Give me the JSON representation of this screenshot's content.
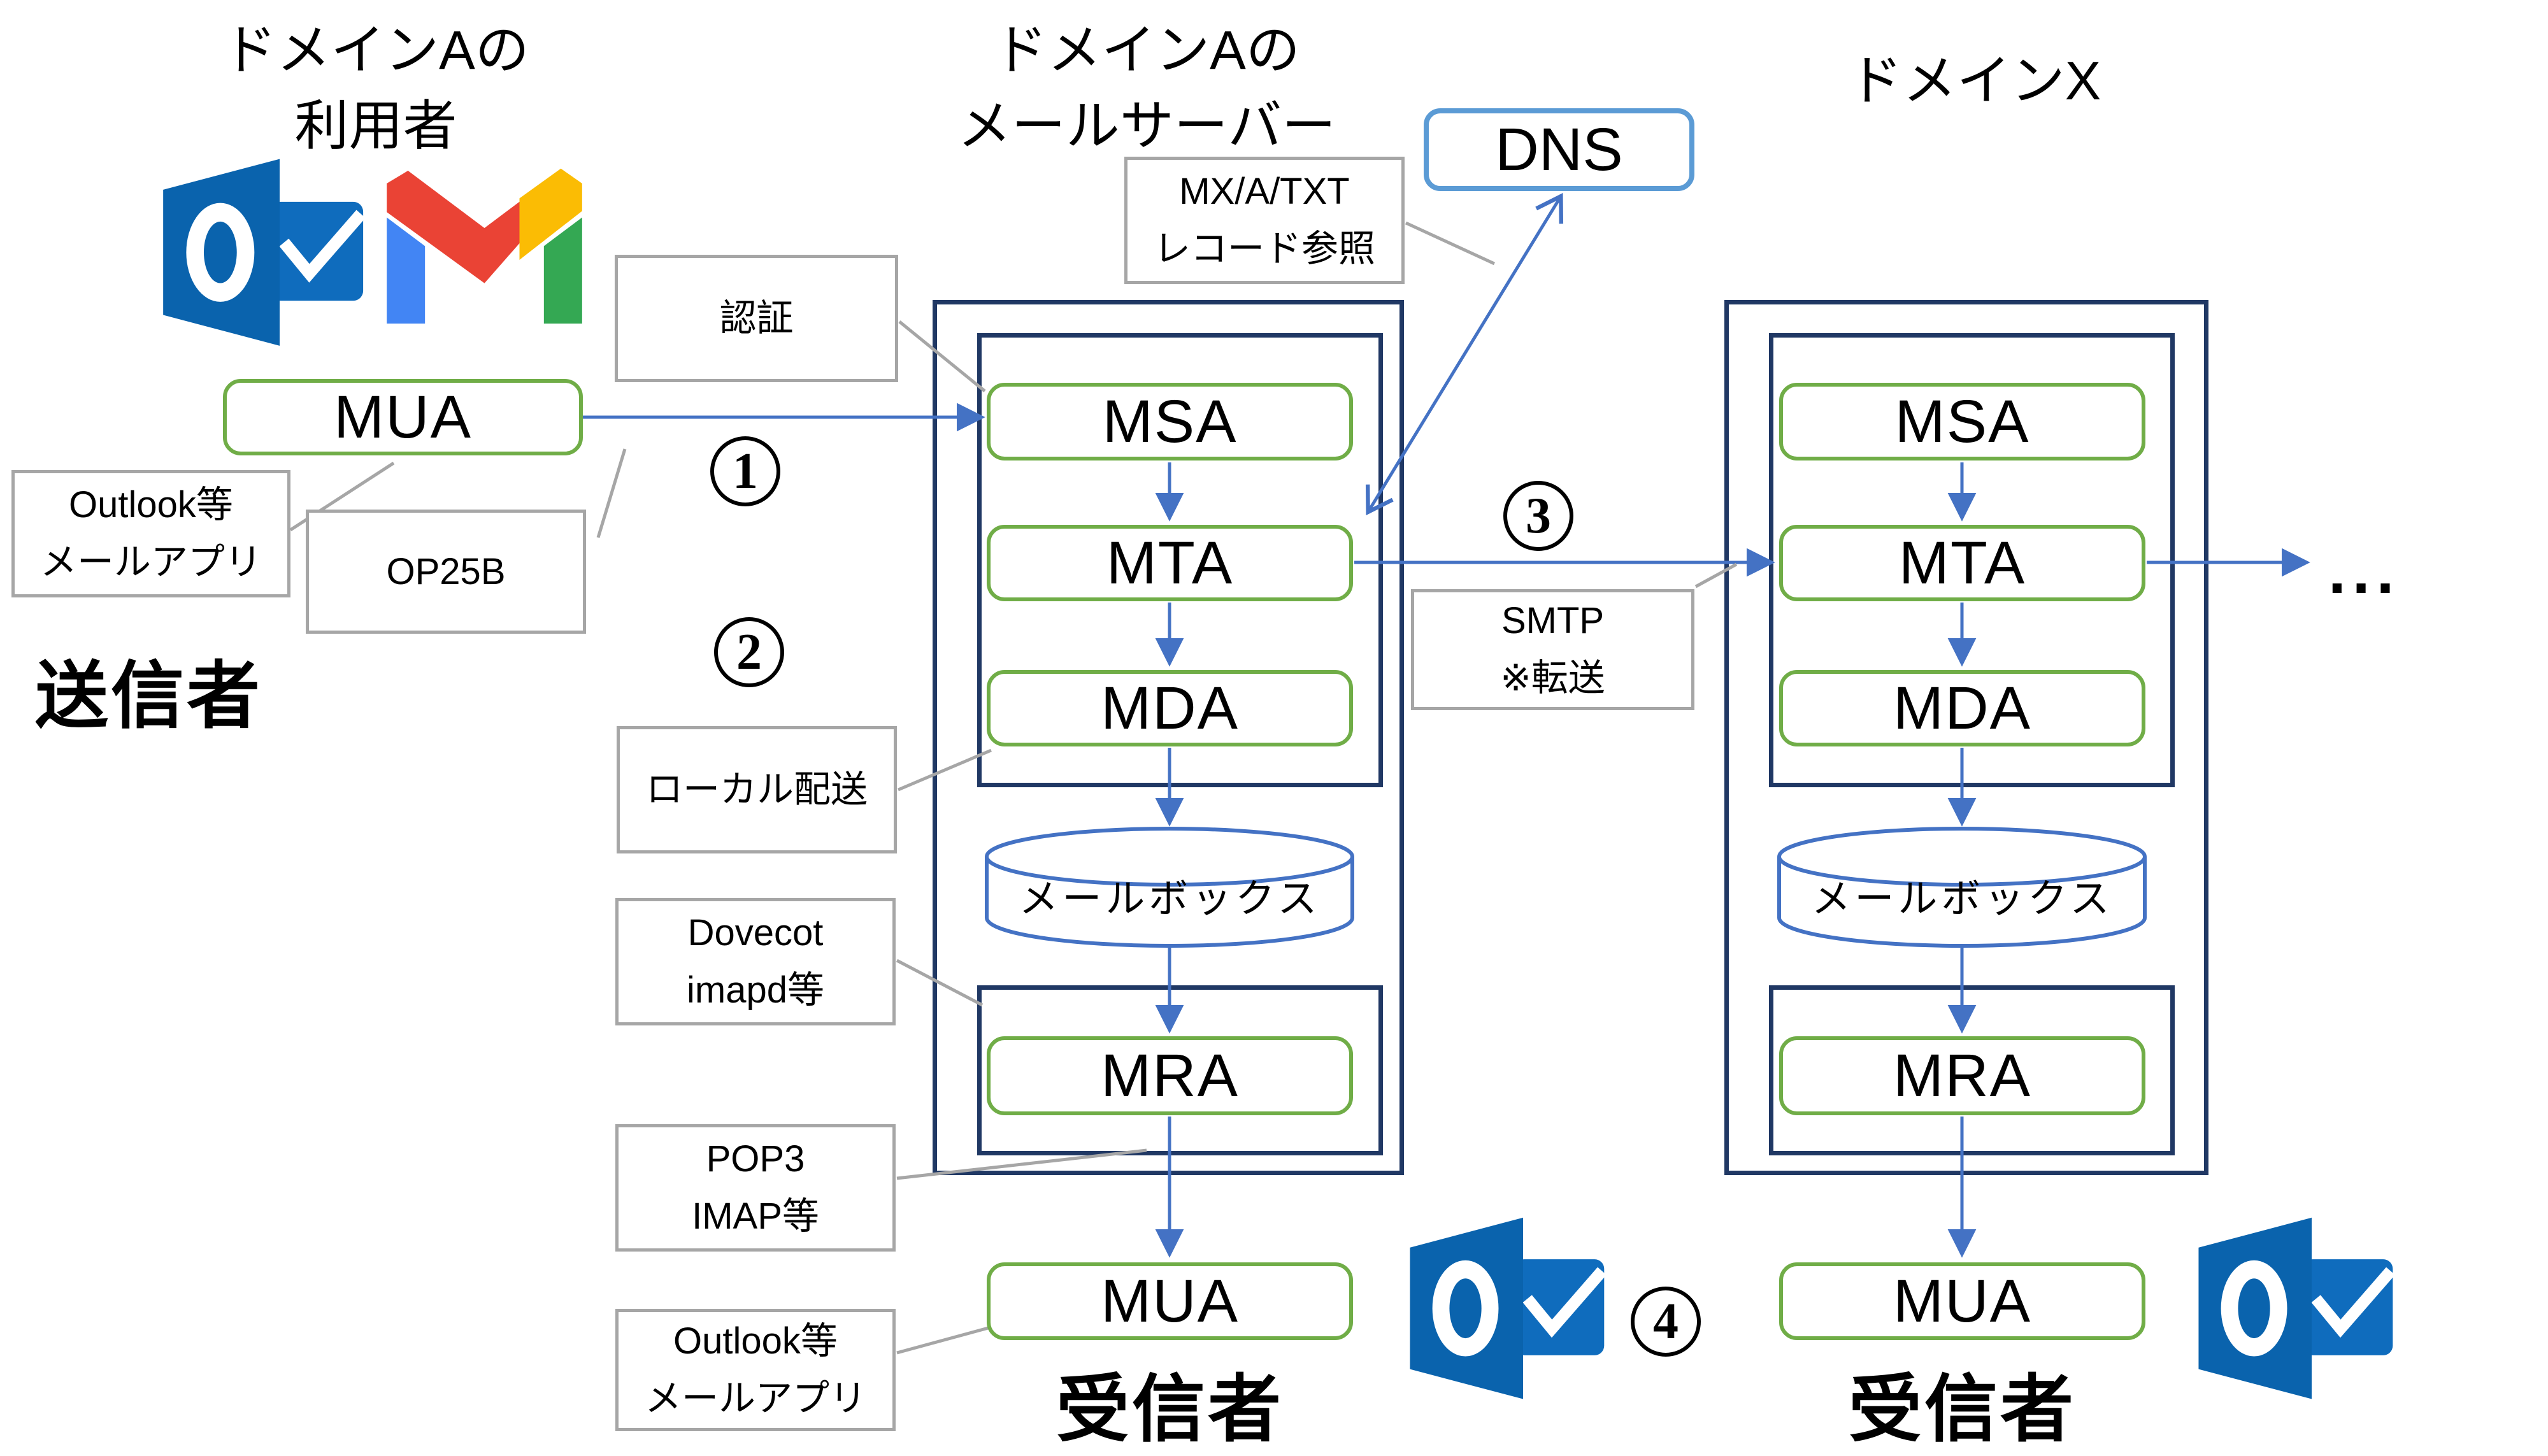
{
  "headers": {
    "user_l1": "ドメインAの",
    "user_l2": "利用者",
    "server_l1": "ドメインAの",
    "server_l2": "メールサーバー",
    "domain_x": "ドメインX"
  },
  "actors": {
    "sender": "送信者",
    "receiver_a": "受信者",
    "receiver_x": "受信者"
  },
  "nodes": {
    "mua_sender": "MUA",
    "dns": "DNS"
  },
  "server_a": {
    "msa": "MSA",
    "mta": "MTA",
    "mda": "MDA",
    "mailbox": "メールボックス",
    "mra": "MRA",
    "mua": "MUA"
  },
  "server_x": {
    "msa": "MSA",
    "mta": "MTA",
    "mda": "MDA",
    "mailbox": "メールボックス",
    "mra": "MRA",
    "mua": "MUA"
  },
  "callouts": {
    "auth": "認証",
    "outlook_top_l1": "Outlook等",
    "outlook_top_l2": "メールアプリ",
    "op25b": "OP25B",
    "mx_l1": "MX/A/TXT",
    "mx_l2": "レコード参照",
    "smtp_l1": "SMTP",
    "smtp_l2": "※転送",
    "local": "ローカル配送",
    "dovecot_l1": "Dovecot",
    "dovecot_l2": "imapd等",
    "pop3_l1": "POP3",
    "pop3_l2": "IMAP等",
    "outlook_bottom_l1": "Outlook等",
    "outlook_bottom_l2": "メールアプリ"
  },
  "steps": {
    "s1": "1",
    "s2": "2",
    "s3": "3",
    "s4": "4"
  },
  "misc": {
    "ellipsis": "..."
  },
  "colors": {
    "node_green": "#70AD47",
    "frame_navy": "#203864",
    "arrow_blue": "#4472C4",
    "dns_border_blue": "#5B9BD5",
    "callout_gray": "#A6A6A6",
    "outlook_blue": "#0A63AD",
    "gmail_red": "#EA4335",
    "gmail_blue": "#4285F4",
    "gmail_yellow": "#FBBC04",
    "gmail_green": "#34A853"
  }
}
